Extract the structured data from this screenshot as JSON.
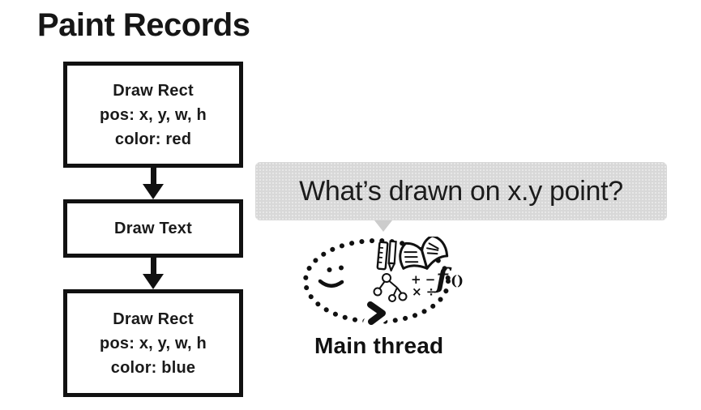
{
  "page": {
    "title": "Paint Records"
  },
  "flowchart": {
    "boxes": [
      {
        "id": "draw-rect-red",
        "lines": [
          "Draw Rect",
          "pos: x, y, w, h",
          "color: red"
        ]
      },
      {
        "id": "draw-text",
        "lines": [
          "Draw Text"
        ]
      },
      {
        "id": "draw-rect-blue",
        "lines": [
          "Draw Rect",
          "pos: x, y, w, h",
          "color: blue"
        ]
      }
    ]
  },
  "speech_bubble": {
    "text": "What’s drawn on x.y point?"
  },
  "main_thread": {
    "label": "Main thread",
    "math_row_1": "+ −",
    "math_row_2": "× ÷",
    "function_f": "f",
    "function_parens": "()",
    "icons": [
      "dotted-loop",
      "smiley-face",
      "arrow-chevron",
      "ruler",
      "pencil",
      "open-book",
      "tree-diagram",
      "math-symbols",
      "function-notation"
    ]
  },
  "colors": {
    "background": "#ffffff",
    "ink": "#111111",
    "bubble_bg": "#d8d8d8",
    "bubble_tail": "#cccccc"
  }
}
